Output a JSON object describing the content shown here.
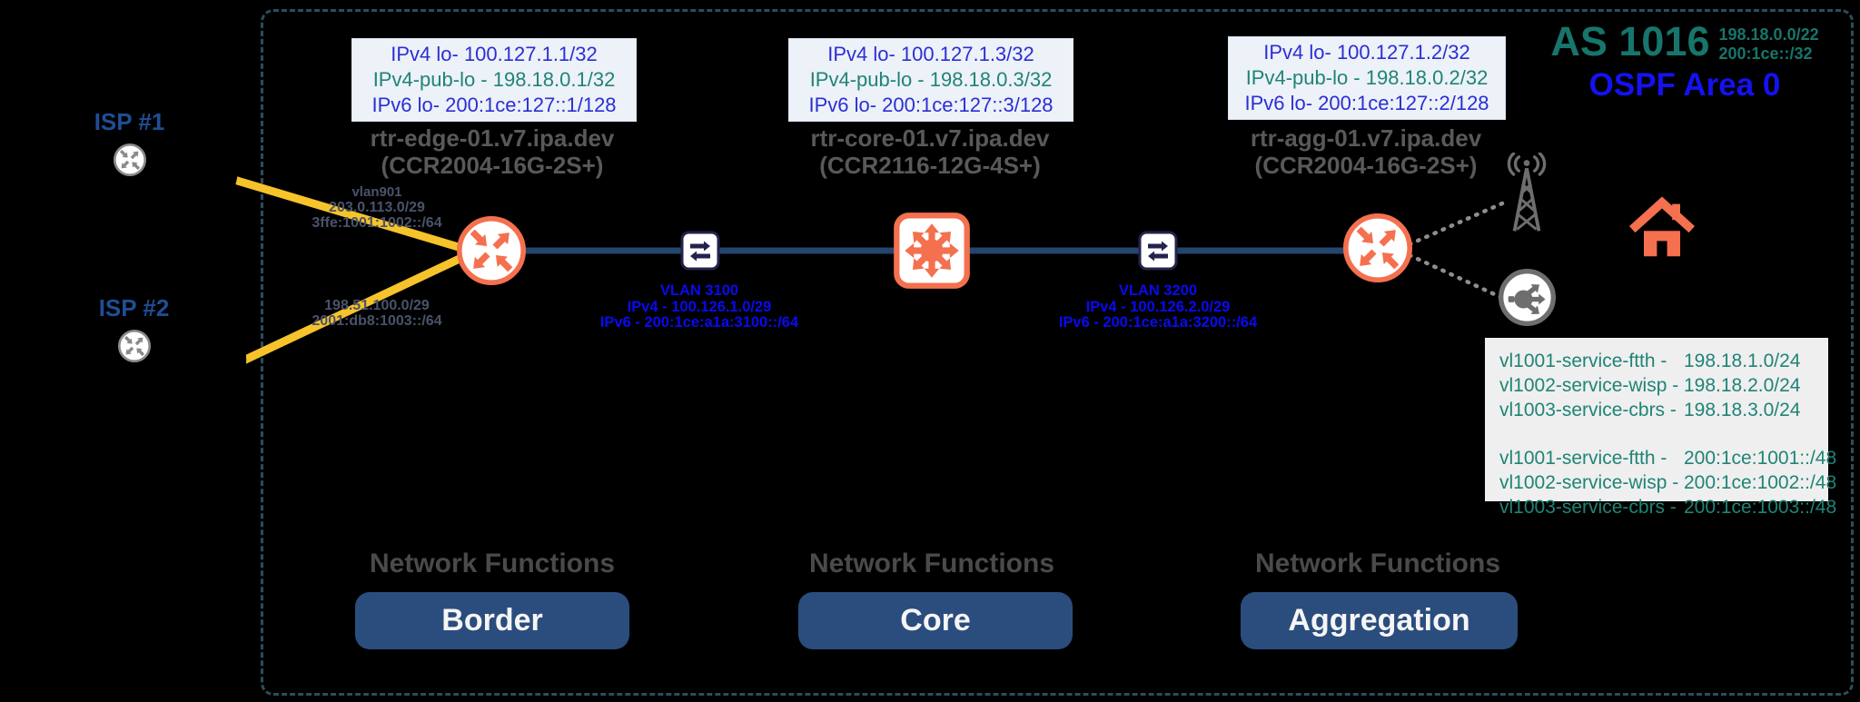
{
  "autonomous_system": {
    "name": "AS 1016",
    "ipv4_prefix": "198.18.0.0/22",
    "ipv6_prefix": "200:1ce::/32",
    "ospf_area": "OSPF Area 0"
  },
  "isp_clouds": [
    {
      "label": "ISP #1"
    },
    {
      "label": "ISP #2"
    }
  ],
  "uplinks": [
    {
      "vlan": "vlan901",
      "ipv4": "203.0.113.0/29",
      "ipv6": "3ffe:1001:1002::/64"
    },
    {
      "ipv4": "198.51.100.0/29",
      "ipv6": "2001:db8:1003::/64"
    }
  ],
  "routers": [
    {
      "loopback_ipv4": "IPv4 lo- 100.127.1.1/32",
      "loopback_pub": "IPv4-pub-lo - 198.18.0.1/32",
      "loopback_ipv6": "IPv6 lo- 200:1ce:127::1/128",
      "hostname": "rtr-edge-01.v7.ipa.dev",
      "model": "(CCR2004-16G-2S+)",
      "functions_heading": "Network Functions",
      "function": "Border"
    },
    {
      "loopback_ipv4": "IPv4 lo- 100.127.1.3/32",
      "loopback_pub": "IPv4-pub-lo - 198.18.0.3/32",
      "loopback_ipv6": "IPv6 lo- 200:1ce:127::3/128",
      "hostname": "rtr-core-01.v7.ipa.dev",
      "model": "(CCR2116-12G-4S+)",
      "functions_heading": "Network Functions",
      "function": "Core"
    },
    {
      "loopback_ipv4": "IPv4 lo- 100.127.1.2/32",
      "loopback_pub": "IPv4-pub-lo - 198.18.0.2/32",
      "loopback_ipv6": "IPv6 lo- 200:1ce:127::2/128",
      "hostname": "rtr-agg-01.v7.ipa.dev",
      "model": "(CCR2004-16G-2S+)",
      "functions_heading": "Network Functions",
      "function": "Aggregation"
    }
  ],
  "transit_links": [
    {
      "vlan": "VLAN 3100",
      "ipv4": "IPv4 - 100.126.1.0/29",
      "ipv6": "IPv6 - 200:1ce:a1a:3100::/64"
    },
    {
      "vlan": "VLAN 3200",
      "ipv4": "IPv4 - 100.126.2.0/29",
      "ipv6": "IPv6 - 200:1ce:a1a:3200::/64"
    }
  ],
  "services": {
    "ipv4_rows": [
      {
        "name": "vl1001-service-ftth -",
        "prefix": "198.18.1.0/24"
      },
      {
        "name": "vl1002-service-wisp -",
        "prefix": "198.18.2.0/24"
      },
      {
        "name": "vl1003-service-cbrs -",
        "prefix": "198.18.3.0/24"
      }
    ],
    "ipv6_rows": [
      {
        "name": "vl1001-service-ftth -",
        "prefix": "200:1ce:1001::/48"
      },
      {
        "name": "vl1002-service-wisp -",
        "prefix": "200:1ce:1002::/48"
      },
      {
        "name": "vl1003-service-cbrs -",
        "prefix": "200:1ce:1003::/48"
      }
    ]
  },
  "colors": {
    "router_accent": "#F4704E",
    "isp_cloud": "#F7C32B",
    "backbone_line": "#24456E",
    "teal_text": "#1F8476",
    "blue_text": "#2A2FD4",
    "vlan_blue": "#0A0AF0",
    "function_pill": "#2A4D7E",
    "boundary_dash": "#2C4D5C"
  }
}
